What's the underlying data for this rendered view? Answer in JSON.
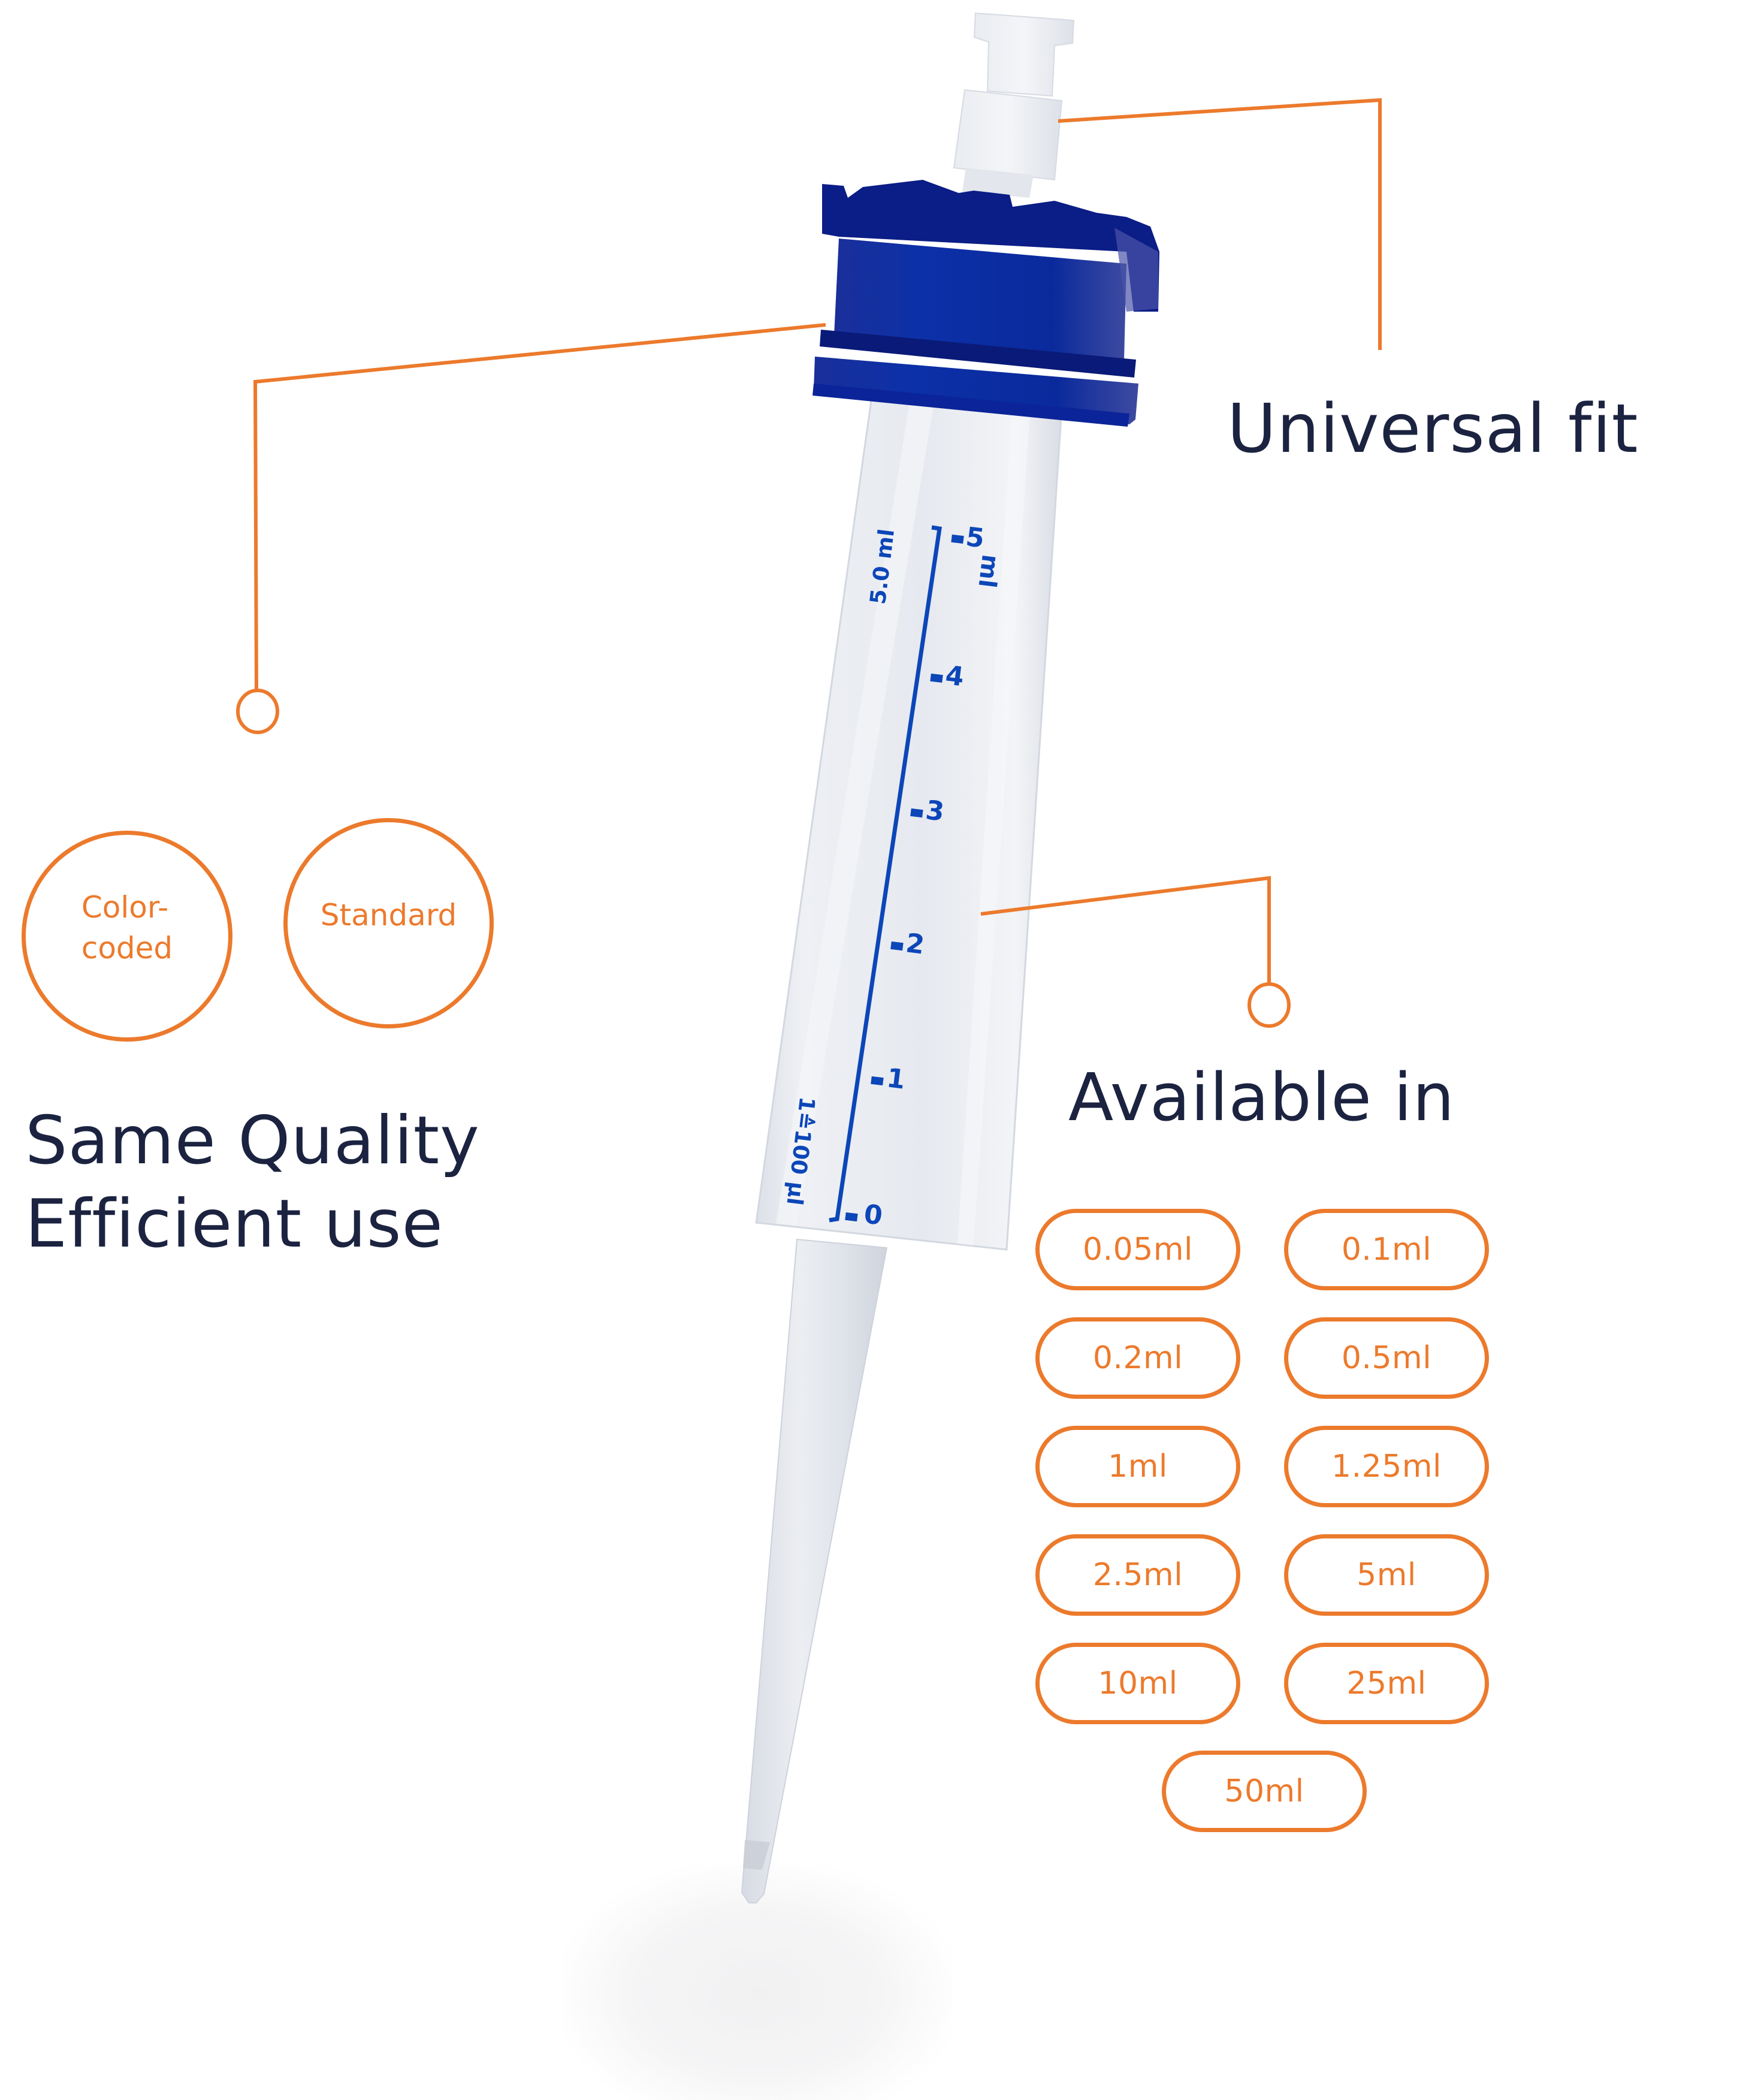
{
  "colors": {
    "accent": "#ec7a2c",
    "heading_text": "#1b2340",
    "cap_blue": "#0a2ea3",
    "cap_blue_dark": "#0b1b7c",
    "scale_blue": "#0c46b8",
    "plastic": "#e6e9ef"
  },
  "callouts": {
    "universal_fit": {
      "label": "Universal fit"
    },
    "features": {
      "badges": [
        {
          "label_line1": "Color-",
          "label_line2": "coded"
        },
        {
          "label": "Standard"
        }
      ],
      "title_line1": "Same Quality",
      "title_line2": "Efficient use"
    },
    "available": {
      "label": "Available in",
      "sizes": [
        "0.05ml",
        "0.1ml",
        "0.2ml",
        "0.5ml",
        "1ml",
        "1.25ml",
        "2.5ml",
        "5ml",
        "10ml",
        "25ml",
        "50ml"
      ]
    }
  },
  "product": {
    "name": "dispenser-tip",
    "scale_volume": "5.0 ml",
    "scale_unit": "ml",
    "scale_note": "1≙100 µl",
    "scale_ticks": [
      "0",
      "1",
      "2",
      "3",
      "4",
      "5"
    ]
  }
}
